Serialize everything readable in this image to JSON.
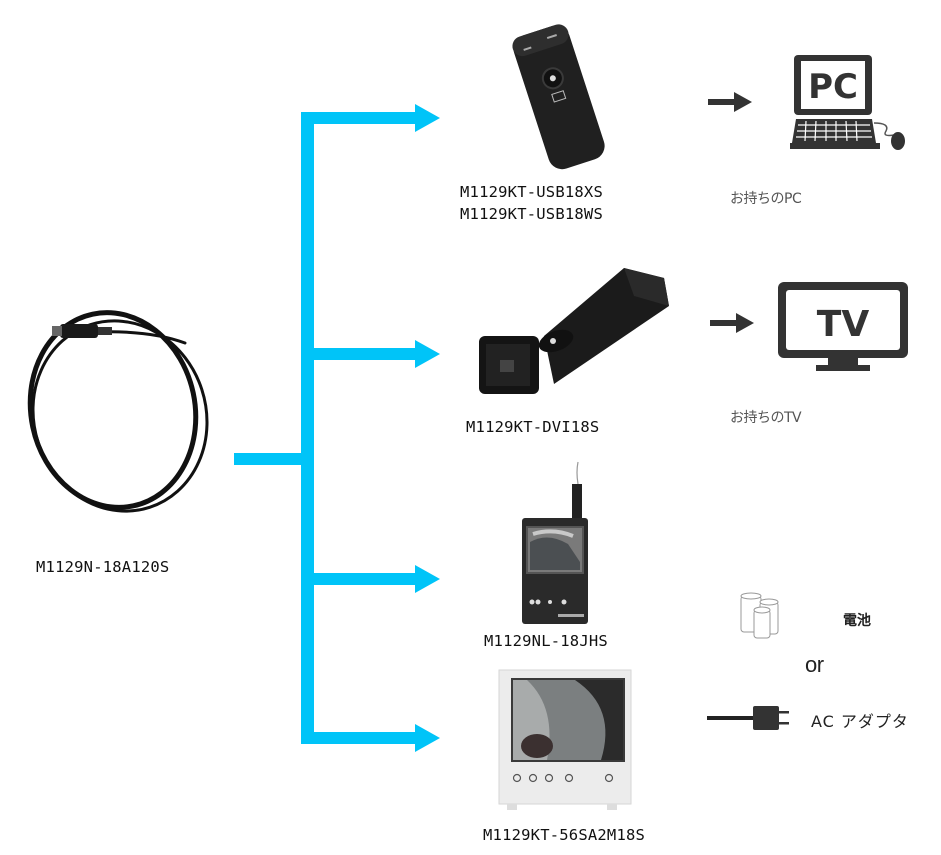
{
  "diagram": {
    "accent_color": "#00c4f8",
    "source": {
      "model": "M1129N-18A120S",
      "icon": "scope-cable-icon"
    },
    "branches": [
      {
        "models": [
          "M1129KT-USB18XS",
          "M1129KT-USB18WS"
        ],
        "icon": "usb-adapter-icon",
        "output": {
          "device": "PC",
          "label": "お持ちのPC",
          "icon": "pc-icon"
        }
      },
      {
        "models": [
          "M1129KT-DVI18S"
        ],
        "icon": "dvi-adapter-icon",
        "output": {
          "device": "TV",
          "label": "お持ちのTV",
          "icon": "tv-icon"
        }
      },
      {
        "models": [
          "M1129NL-18JHS"
        ],
        "icon": "handheld-monitor-icon"
      },
      {
        "models": [
          "M1129KT-56SA2M18S"
        ],
        "icon": "desktop-monitor-icon"
      }
    ],
    "power": {
      "battery_label": "電池",
      "or_label": "or",
      "adapter_label": "AC アダプタ",
      "battery_icon": "battery-icon",
      "adapter_icon": "ac-adapter-icon"
    }
  }
}
